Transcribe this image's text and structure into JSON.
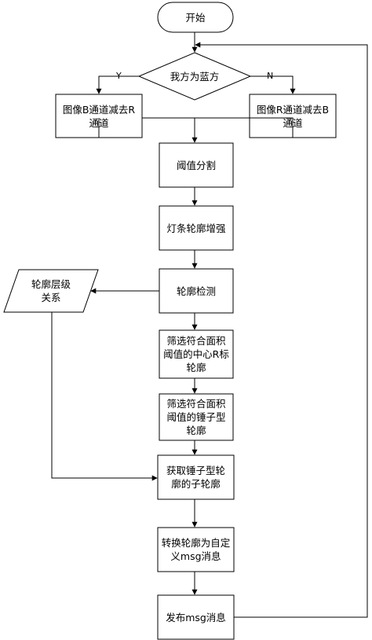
{
  "flowchart": {
    "start": "开始",
    "decision": "我方为蓝方",
    "yes_label": "Y",
    "no_label": "N",
    "sub_b": [
      "图像B通道减去R",
      "通道"
    ],
    "sub_r": [
      "图像R通道减去B",
      "通道"
    ],
    "threshold": "阈值分割",
    "enhance": "灯条轮廓增强",
    "detect": "轮廓检测",
    "hierarchy": [
      "轮廓层级",
      "关系"
    ],
    "filter_center": [
      "筛选符合面积",
      "阈值的中心R标",
      "轮廓"
    ],
    "filter_hammer": [
      "筛选符合面积",
      "阈值的锤子型",
      "轮廓"
    ],
    "get_child": [
      "获取锤子型轮",
      "廓的子轮廓"
    ],
    "convert_msg": [
      "转换轮廓为自定",
      "义msg消息"
    ],
    "publish": "发布msg消息"
  },
  "colors": {
    "stroke": "#000000",
    "fill": "#ffffff"
  }
}
